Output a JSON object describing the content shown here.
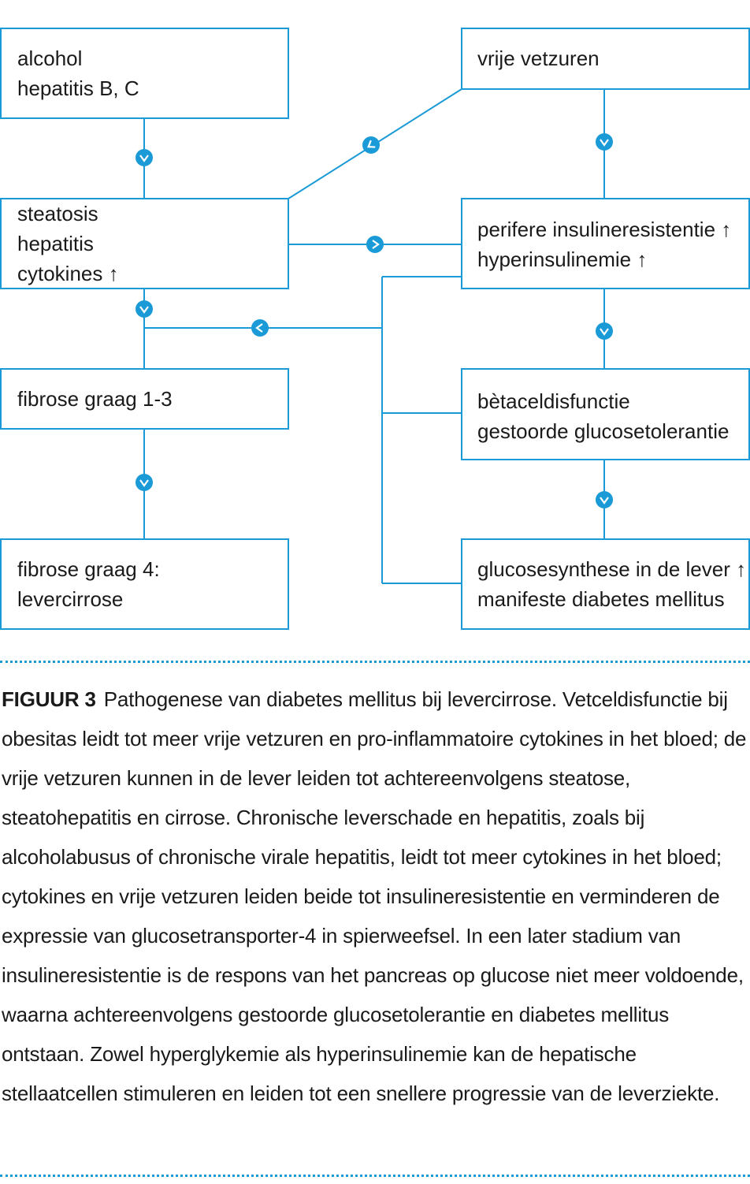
{
  "colors": {
    "accent": "#1a9ad6",
    "box_border": "#1a9ad6",
    "text": "#1a1a1a"
  },
  "boxes": {
    "alcohol": {
      "lines": [
        "alcohol",
        "hepatitis B, C"
      ]
    },
    "steatosis": {
      "lines": [
        "steatosis",
        "hepatitis",
        "cytokines ↑"
      ]
    },
    "fibrose13": {
      "lines": [
        "fibrose graag 1-3"
      ]
    },
    "fibrose4": {
      "lines": [
        "fibrose graag 4:",
        "levercirrose"
      ]
    },
    "vetzuren": {
      "lines": [
        "vrije vetzuren"
      ]
    },
    "insuline": {
      "lines": [
        "perifere insulineresistentie ↑",
        "hyperinsulinemie ↑"
      ]
    },
    "betacel": {
      "lines": [
        "bètaceldisfunctie",
        "gestoorde glucosetolerantie"
      ]
    },
    "glucose": {
      "lines": [
        "glucosesynthese in de lever ↑",
        "manifeste diabetes mellitus"
      ]
    }
  },
  "caption": {
    "label": "FIGUUR 3",
    "text": "Pathogenese van diabetes mellitus bij levercirrose. Vetceldisfunctie bij obesitas leidt tot meer vrije vetzuren en pro-inflammatoire cytokines in het bloed; de vrije vetzuren kunnen in de lever leiden tot achtereenvolgens steatose, steatohepatitis en cirrose. Chronische leverschade en hepatitis, zoals bij alcoholabusus of chronische virale hepatitis, leidt tot meer cytokines in het bloed; cytokines en vrije vetzuren leiden beide tot insulineresistentie en verminderen de expressie van glucosetransporter-4 in spierweefsel. In een later stadium van insulineresistentie is de respons van het pancreas op glucose niet meer voldoende, waarna achtereenvolgens gestoorde glucosetolerantie en diabetes mellitus ontstaan. Zowel hyperglykemie als hyperinsulinemie kan de hepatische stellaatcellen stimuleren en leiden tot een snellere progressie van de leverziekte."
  }
}
